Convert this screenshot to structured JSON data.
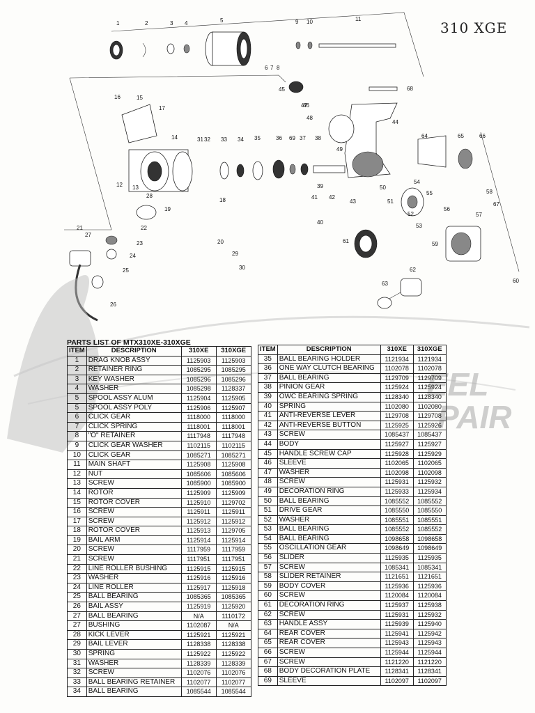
{
  "handwritten_note": "310 XGE",
  "title": "PARTS LIST OF MTX310XE-310XGE",
  "watermark": {
    "line1": "EEL",
    "line2": "PAIR"
  },
  "columns": {
    "item": "ITEM",
    "description": "DESCRIPTION",
    "m1": "310XE",
    "m2": "310XGE"
  },
  "parts_left": [
    {
      "item": "1",
      "desc": "DRAG KNOB ASSY",
      "a": "1125903",
      "b": "1125903"
    },
    {
      "item": "2",
      "desc": "RETAINER RING",
      "a": "1085295",
      "b": "1085295"
    },
    {
      "item": "3",
      "desc": "KEY WASHER",
      "a": "1085296",
      "b": "1085296"
    },
    {
      "item": "4",
      "desc": "WASHER",
      "a": "1085298",
      "b": "1128337"
    },
    {
      "item": "5",
      "desc": "SPOOL ASSY ALUM",
      "a": "1125904",
      "b": "1125905"
    },
    {
      "item": "5",
      "desc": "SPOOL ASSY POLY",
      "a": "1125906",
      "b": "1125907"
    },
    {
      "item": "6",
      "desc": "CLICK GEAR",
      "a": "1118000",
      "b": "1118000"
    },
    {
      "item": "7",
      "desc": "CLICK SPRING",
      "a": "1118001",
      "b": "1118001"
    },
    {
      "item": "8",
      "desc": "\"O\" RETAINER",
      "a": "1117948",
      "b": "1117948"
    },
    {
      "item": "9",
      "desc": "CLICK GEAR WASHER",
      "a": "1102115",
      "b": "1102115"
    },
    {
      "item": "10",
      "desc": "CLICK GEAR",
      "a": "1085271",
      "b": "1085271"
    },
    {
      "item": "11",
      "desc": "MAIN SHAFT",
      "a": "1125908",
      "b": "1125908"
    },
    {
      "item": "12",
      "desc": "NUT",
      "a": "1085606",
      "b": "1085606"
    },
    {
      "item": "13",
      "desc": "SCREW",
      "a": "1085900",
      "b": "1085900"
    },
    {
      "item": "14",
      "desc": "ROTOR",
      "a": "1125909",
      "b": "1125909"
    },
    {
      "item": "15",
      "desc": "ROTOR COVER",
      "a": "1125910",
      "b": "1129702"
    },
    {
      "item": "16",
      "desc": "SCREW",
      "a": "1125911",
      "b": "1125911"
    },
    {
      "item": "17",
      "desc": "SCREW",
      "a": "1125912",
      "b": "1125912"
    },
    {
      "item": "18",
      "desc": "ROTOR COVER",
      "a": "1125913",
      "b": "1129705"
    },
    {
      "item": "19",
      "desc": "BAIL ARM",
      "a": "1125914",
      "b": "1125914"
    },
    {
      "item": "20",
      "desc": "SCREW",
      "a": "1117959",
      "b": "1117959"
    },
    {
      "item": "21",
      "desc": "SCREW",
      "a": "1117951",
      "b": "1117951"
    },
    {
      "item": "22",
      "desc": "LINE ROLLER BUSHING",
      "a": "1125915",
      "b": "1125915"
    },
    {
      "item": "23",
      "desc": "WASHER",
      "a": "1125916",
      "b": "1125916"
    },
    {
      "item": "24",
      "desc": "LINE ROLLER",
      "a": "1125917",
      "b": "1125918"
    },
    {
      "item": "25",
      "desc": "BALL BEARING",
      "a": "1085365",
      "b": "1085365"
    },
    {
      "item": "26",
      "desc": "BAIL ASSY",
      "a": "1125919",
      "b": "1125920"
    },
    {
      "item": "27",
      "desc": "BALL BEARING",
      "a": "N/A",
      "b": "1110172"
    },
    {
      "item": "27",
      "desc": "BUSHING",
      "a": "1102087",
      "b": "N/A"
    },
    {
      "item": "28",
      "desc": "KICK LEVER",
      "a": "1125921",
      "b": "1125921"
    },
    {
      "item": "29",
      "desc": "BAIL LEVER",
      "a": "1128338",
      "b": "1128338"
    },
    {
      "item": "30",
      "desc": "SPRING",
      "a": "1125922",
      "b": "1125922"
    },
    {
      "item": "31",
      "desc": "WASHER",
      "a": "1128339",
      "b": "1128339"
    },
    {
      "item": "32",
      "desc": "SCREW",
      "a": "1102076",
      "b": "1102076"
    },
    {
      "item": "33",
      "desc": "BALL BEARING RETAINER",
      "a": "1102077",
      "b": "1102077"
    },
    {
      "item": "34",
      "desc": "BALL BEARING",
      "a": "1085544",
      "b": "1085544"
    }
  ],
  "parts_right": [
    {
      "item": "35",
      "desc": "BALL BEARING HOLDER",
      "a": "1121934",
      "b": "1121934"
    },
    {
      "item": "36",
      "desc": "ONE WAY CLUTCH BEARING",
      "a": "1102078",
      "b": "1102078"
    },
    {
      "item": "37",
      "desc": "BALL BEARING",
      "a": "1129709",
      "b": "1129709"
    },
    {
      "item": "38",
      "desc": "PINION GEAR",
      "a": "1125924",
      "b": "1125924"
    },
    {
      "item": "39",
      "desc": "OWC BEARING SPRING",
      "a": "1128340",
      "b": "1128340"
    },
    {
      "item": "40",
      "desc": "SPRING",
      "a": "1102080",
      "b": "1102080"
    },
    {
      "item": "41",
      "desc": "ANTI-REVERSE LEVER",
      "a": "1129708",
      "b": "1129708"
    },
    {
      "item": "42",
      "desc": "ANTI-REVERSE BUTTON",
      "a": "1125925",
      "b": "1125926"
    },
    {
      "item": "43",
      "desc": "SCREW",
      "a": "1085437",
      "b": "1085437"
    },
    {
      "item": "44",
      "desc": "BODY",
      "a": "1125927",
      "b": "1125927"
    },
    {
      "item": "45",
      "desc": "HANDLE SCREW CAP",
      "a": "1125928",
      "b": "1125929"
    },
    {
      "item": "46",
      "desc": "SLEEVE",
      "a": "1102065",
      "b": "1102065"
    },
    {
      "item": "47",
      "desc": "WASHER",
      "a": "1102098",
      "b": "1102098"
    },
    {
      "item": "48",
      "desc": "SCREW",
      "a": "1125931",
      "b": "1125932"
    },
    {
      "item": "49",
      "desc": "DECORATION RING",
      "a": "1125933",
      "b": "1125934"
    },
    {
      "item": "50",
      "desc": "BALL BEARING",
      "a": "1085552",
      "b": "1085552"
    },
    {
      "item": "51",
      "desc": "DRIVE GEAR",
      "a": "1085550",
      "b": "1085550"
    },
    {
      "item": "52",
      "desc": "WASHER",
      "a": "1085551",
      "b": "1085551"
    },
    {
      "item": "53",
      "desc": "BALL BEARING",
      "a": "1085552",
      "b": "1085552"
    },
    {
      "item": "54",
      "desc": "BALL BEARING",
      "a": "1098658",
      "b": "1098658"
    },
    {
      "item": "55",
      "desc": "OSCILLATION GEAR",
      "a": "1098649",
      "b": "1098649"
    },
    {
      "item": "56",
      "desc": "SLIDER",
      "a": "1125935",
      "b": "1125935"
    },
    {
      "item": "57",
      "desc": "SCREW",
      "a": "1085341",
      "b": "1085341"
    },
    {
      "item": "58",
      "desc": "SLIDER RETAINER",
      "a": "1121651",
      "b": "1121651"
    },
    {
      "item": "59",
      "desc": "BODY COVER",
      "a": "1125936",
      "b": "1125936"
    },
    {
      "item": "60",
      "desc": "SCREW",
      "a": "1120084",
      "b": "1120084"
    },
    {
      "item": "61",
      "desc": "DECORATION RING",
      "a": "1125937",
      "b": "1125938"
    },
    {
      "item": "62",
      "desc": "SCREW",
      "a": "1125931",
      "b": "1125932"
    },
    {
      "item": "63",
      "desc": "HANDLE ASSY",
      "a": "1125939",
      "b": "1125940"
    },
    {
      "item": "64",
      "desc": "REAR COVER",
      "a": "1125941",
      "b": "1125942"
    },
    {
      "item": "65",
      "desc": "REAR COVER",
      "a": "1125943",
      "b": "1125943"
    },
    {
      "item": "66",
      "desc": "SCREW",
      "a": "1125944",
      "b": "1125944"
    },
    {
      "item": "67",
      "desc": "SCREW",
      "a": "1121220",
      "b": "1121220"
    },
    {
      "item": "68",
      "desc": "BODY DECORATION PLATE",
      "a": "1128341",
      "b": "1128341"
    },
    {
      "item": "69",
      "desc": "SLEEVE",
      "a": "1102097",
      "b": "1102097"
    }
  ],
  "diagram_labels": [
    "1",
    "2",
    "3",
    "4",
    "5",
    "6",
    "7",
    "8",
    "9",
    "10",
    "11",
    "12",
    "13",
    "14",
    "15",
    "16",
    "17",
    "18",
    "19",
    "20",
    "21",
    "22",
    "23",
    "24",
    "25",
    "26",
    "27",
    "28",
    "29",
    "30",
    "31",
    "32",
    "33",
    "34",
    "35",
    "36",
    "37",
    "38",
    "39",
    "40",
    "41",
    "42",
    "43",
    "44",
    "45",
    "46",
    "47",
    "48",
    "49",
    "50",
    "51",
    "52",
    "53",
    "54",
    "55",
    "56",
    "57",
    "58",
    "59",
    "60",
    "61",
    "62",
    "63",
    "64",
    "65",
    "66",
    "67",
    "68",
    "69"
  ]
}
